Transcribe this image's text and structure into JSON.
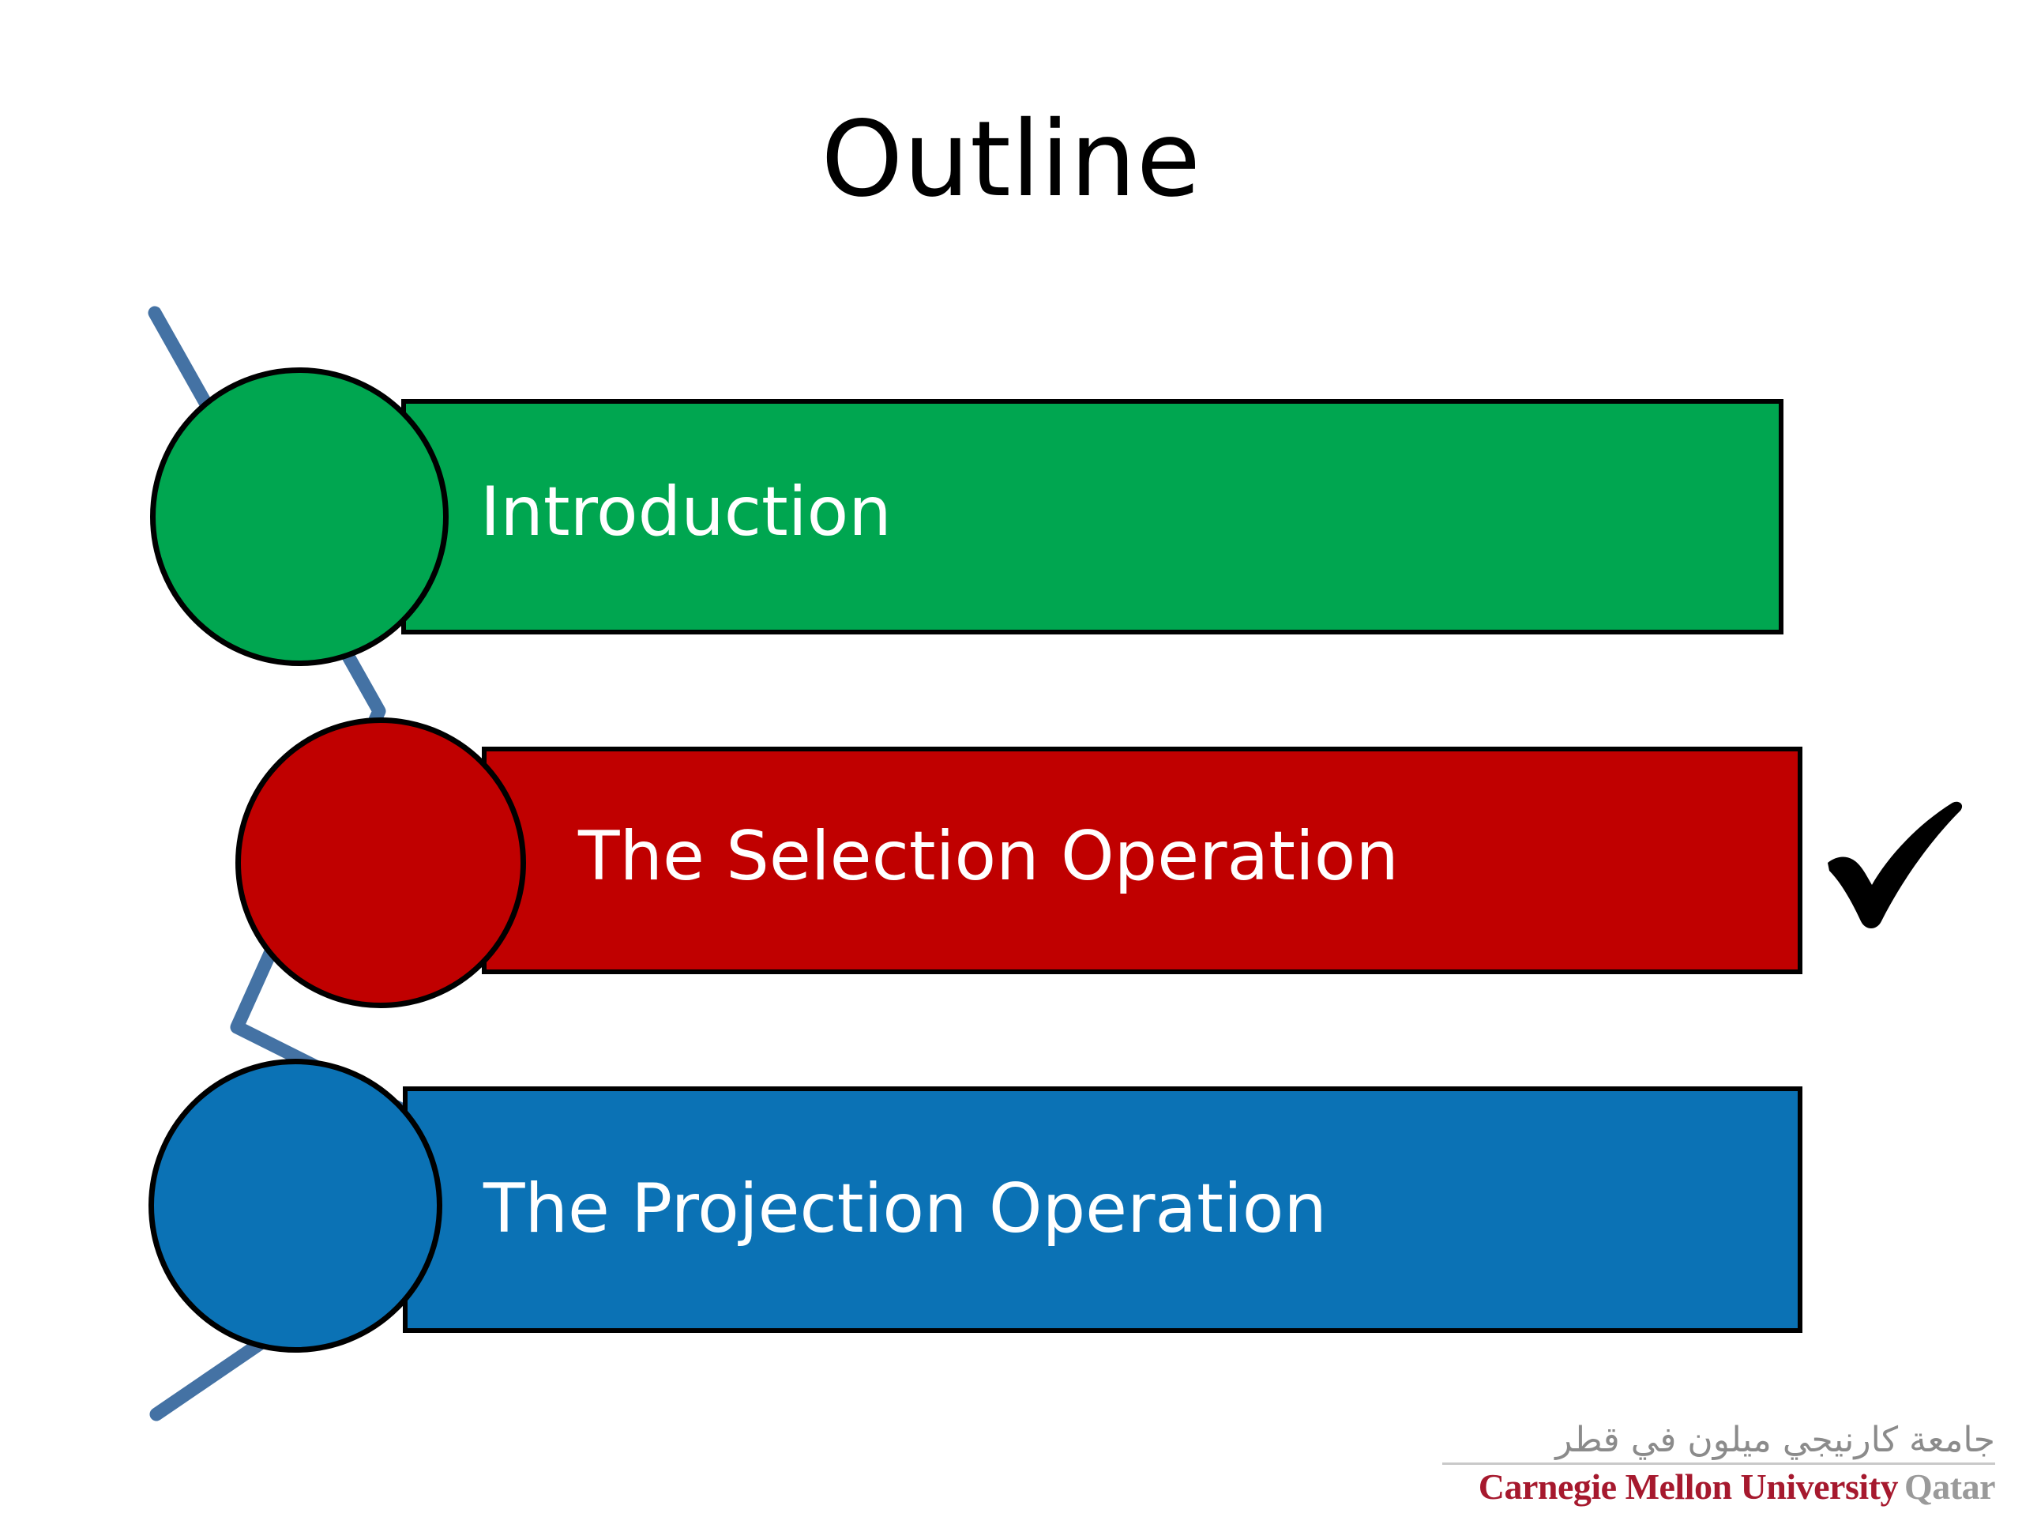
{
  "slide": {
    "title": "Outline",
    "background_color": "#ffffff"
  },
  "outline": {
    "items": [
      {
        "label": "Introduction",
        "fill_color": "#00A650",
        "outline_color": "#000000",
        "text_color": "#ffffff",
        "checked": false
      },
      {
        "label": "The Selection Operation",
        "fill_color": "#C00000",
        "outline_color": "#000000",
        "text_color": "#ffffff",
        "checked": true
      },
      {
        "label": "The Projection Operation",
        "fill_color": "#0B72B5",
        "outline_color": "#000000",
        "text_color": "#ffffff",
        "checked": false
      }
    ]
  },
  "connector": {
    "color": "#4472A4",
    "icon": "zigzag-connector-line"
  },
  "checkmark": {
    "icon": "checkmark-icon",
    "color": "#000000",
    "marks_item": "The Selection Operation"
  },
  "logo": {
    "arabic": "جامعة كارنيجي ميلون في قطر",
    "university": "Carnegie Mellon University",
    "campus": "Qatar",
    "university_color": "#a6192e",
    "campus_color": "#9a9a9a"
  }
}
